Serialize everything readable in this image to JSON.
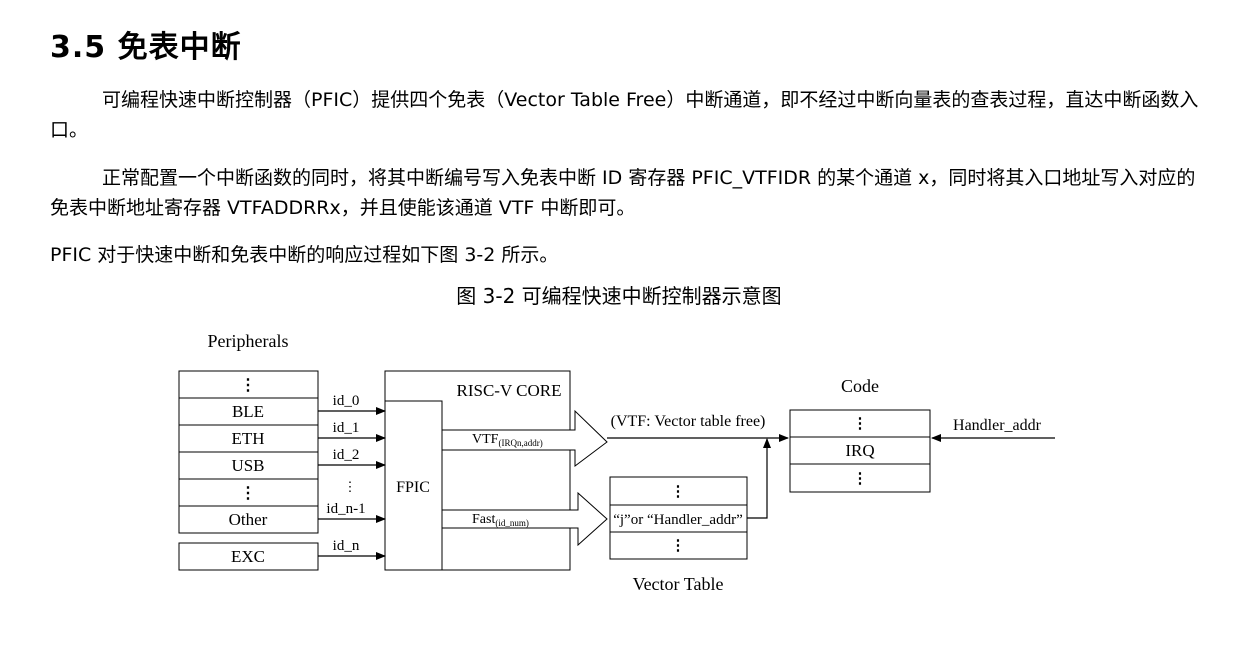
{
  "heading": "3.5 免表中断",
  "paragraphs": {
    "p1": "可编程快速中断控制器（PFIC）提供四个免表（Vector Table Free）中断通道，即不经过中断向量表的查表过程，直达中断函数入口。",
    "p2": "正常配置一个中断函数的同时，将其中断编号写入免表中断 ID 寄存器 PFIC_VTFIDR 的某个通道 x，同时将其入口地址写入对应的免表中断地址寄存器 VTFADDRRx，并且使能该通道 VTF 中断即可。",
    "p3": "PFIC 对于快速中断和免表中断的响应过程如下图 3-2 所示。"
  },
  "figure": {
    "caption": "图 3-2 可编程快速中断控制器示意图",
    "peripherals_title": "Peripherals",
    "peripherals": [
      "⋮",
      "BLE",
      "ETH",
      "USB",
      "⋮",
      "Other"
    ],
    "exc": "EXC",
    "ids": [
      "id_0",
      "id_1",
      "id_2",
      "⋮",
      "id_n-1",
      "id_n"
    ],
    "core_title": "RISC-V CORE",
    "fpic": "FPIC",
    "vtf_main": "VTF",
    "vtf_sub": "(IRQn,addr)",
    "fast_main": "Fast",
    "fast_sub": "(id_num)",
    "vtf_note": "(VTF: Vector table free)",
    "code_title": "Code",
    "code_rows": [
      "⋮",
      "IRQ",
      "⋮"
    ],
    "handler_addr": "Handler_addr",
    "vector_rows": [
      "⋮",
      "“j”or “Handler_addr”",
      "⋮"
    ],
    "vector_title": "Vector Table"
  }
}
